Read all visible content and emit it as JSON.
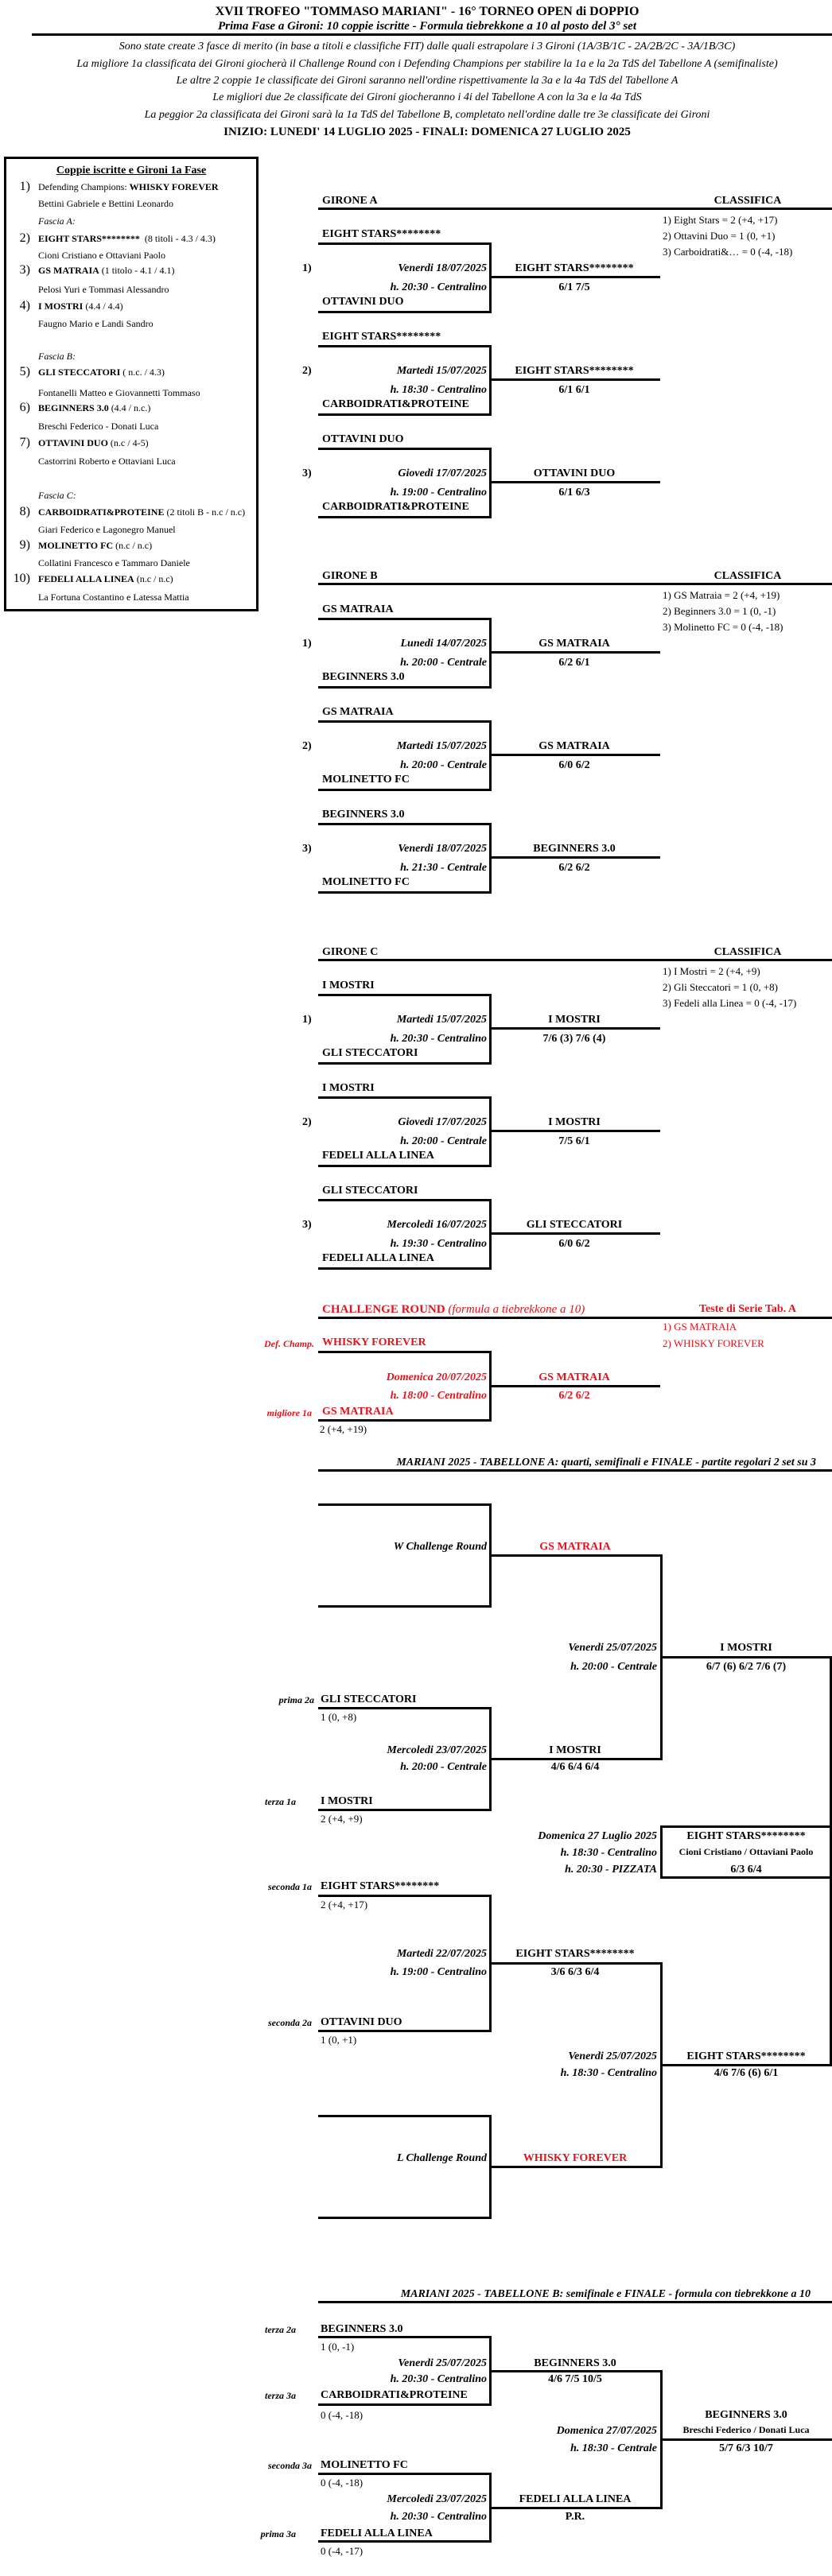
{
  "header": {
    "title": "XVII TROFEO \"TOMMASO MARIANI\" - 16° TORNEO OPEN di DOPPIO",
    "subtitle": "Prima Fase a Gironi: 10 coppie iscritte - Formula tiebrekkone a 10 al posto del 3° set",
    "notes": [
      "Sono state create 3 fasce di merito (in base a titoli e classifiche FIT) dalle quali estrapolare i 3 Gironi (1A/3B/1C - 2A/2B/2C - 3A/1B/3C)",
      "La migliore 1a classificata dei Gironi giocherà il Challenge Round con i Defending Champions per stabilire la 1a e la 2a TdS del Tabellone A (semifinaliste)",
      "Le altre 2 coppie 1e classificate dei Gironi saranno nell'ordine rispettivamente la 3a e la 4a TdS del Tabellone A",
      "Le migliori due 2e classificate dei Gironi giocheranno i 4i del Tabellone A con la 3a e la 4a TdS",
      "La peggior 2a classificata dei Gironi sarà la 1a TdS del Tabellone B, completato nell'ordine dalle tre 3e classificate dei Gironi"
    ],
    "dates": "INIZIO: LUNEDI' 14 LUGLIO 2025 - FINALI: DOMENICA 27 LUGLIO 2025"
  },
  "registrations": {
    "title": "Coppie iscritte e Gironi 1a Fase",
    "fasce": [
      "Fascia A:",
      "Fascia B:",
      "Fascia C:"
    ],
    "entries": [
      {
        "num": "1)",
        "prefix": "Defending Champions: ",
        "name": "WHISKY FOREVER",
        "detail": "",
        "players": "Bettini Gabriele e Bettini Leonardo"
      },
      {
        "num": "2)",
        "prefix": "",
        "name": "EIGHT STARS********",
        "detail": "  (8 titoli - 4.3 / 4.3)",
        "players": "Cioni Cristiano e Ottaviani Paolo"
      },
      {
        "num": "3)",
        "prefix": "",
        "name": "GS MATRAIA",
        "detail": " (1 titolo - 4.1 / 4.1)",
        "players": "Pelosi Yuri e Tommasi Alessandro"
      },
      {
        "num": "4)",
        "prefix": "",
        "name": "I MOSTRI",
        "detail": " (4.4 / 4.4)",
        "players": "Faugno Mario e Landi Sandro"
      },
      {
        "num": "5)",
        "prefix": "",
        "name": "GLI STECCATORI",
        "detail": " ( n.c. / 4.3)",
        "players": "Fontanelli Matteo e Giovannetti Tommaso"
      },
      {
        "num": "6)",
        "prefix": "",
        "name": "BEGINNERS 3.0",
        "detail": " (4.4 / n.c.)",
        "players": "Breschi Federico - Donati Luca"
      },
      {
        "num": "7)",
        "prefix": "",
        "name": "OTTAVINI DUO",
        "detail": " (n.c / 4-5)",
        "players": "Castorrini Roberto e Ottaviani Luca"
      },
      {
        "num": "8)",
        "prefix": "",
        "name": "CARBOIDRATI&PROTEINE",
        "detail": " (2 titoli B - n.c / n.c)",
        "players": "Giari Federico e Lagonegro Manuel"
      },
      {
        "num": "9)",
        "prefix": "",
        "name": "MOLINETTO FC",
        "detail": " (n.c / n.c)",
        "players": "Collatini Francesco e Tammaro Daniele"
      },
      {
        "num": "10)",
        "prefix": "",
        "name": "FEDELI ALLA LINEA",
        "detail": " (n.c / n.c)",
        "players": "La Fortuna Costantino e Latessa Mattia"
      }
    ]
  },
  "gironi": [
    {
      "title": "GIRONE A",
      "classifica_label": "CLASSIFICA",
      "classifica": [
        "1) Eight Stars = 2 (+4, +17)",
        "2) Ottavini Duo = 1 (0, +1)",
        "3) Carboidrati&… = 0 (-4, -18)"
      ],
      "matches": [
        {
          "num": "1)",
          "team1": "EIGHT STARS********",
          "team2": "OTTAVINI DUO",
          "date": "Venerdi 18/07/2025",
          "time": "h. 20:30 - Centralino",
          "winner": "EIGHT STARS********",
          "score": "6/1  7/5"
        },
        {
          "num": "2)",
          "team1": "EIGHT STARS********",
          "team2": "CARBOIDRATI&PROTEINE",
          "date": "Martedi 15/07/2025",
          "time": "h. 18:30 - Centralino",
          "winner": "EIGHT STARS********",
          "score": "6/1  6/1"
        },
        {
          "num": "3)",
          "team1": "OTTAVINI DUO",
          "team2": "CARBOIDRATI&PROTEINE",
          "date": "Giovedi 17/07/2025",
          "time": "h. 19:00 - Centralino",
          "winner": "OTTAVINI DUO",
          "score": "6/1  6/3"
        }
      ]
    },
    {
      "title": "GIRONE B",
      "classifica_label": "CLASSIFICA",
      "classifica": [
        "1) GS Matraia = 2 (+4, +19)",
        "2) Beginners 3.0 = 1 (0, -1)",
        "3) Molinetto FC =  0 (-4, -18)"
      ],
      "matches": [
        {
          "num": "1)",
          "team1": "GS MATRAIA",
          "team2": "BEGINNERS 3.0",
          "date": "Lunedi 14/07/2025",
          "time": "h. 20:00 - Centrale",
          "winner": "GS MATRAIA",
          "score": "6/2  6/1"
        },
        {
          "num": "2)",
          "team1": "GS MATRAIA",
          "team2": "MOLINETTO FC",
          "date": "Martedi 15/07/2025",
          "time": "h. 20:00 - Centrale",
          "winner": "GS MATRAIA",
          "score": "6/0  6/2"
        },
        {
          "num": "3)",
          "team1": "BEGINNERS 3.0",
          "team2": "MOLINETTO FC",
          "date": "Venerdi 18/07/2025",
          "time": "h. 21:30 - Centrale",
          "winner": "BEGINNERS 3.0",
          "score": "6/2  6/2"
        }
      ]
    },
    {
      "title": "GIRONE C",
      "classifica_label": "CLASSIFICA",
      "classifica": [
        "1) I Mostri = 2 (+4, +9)",
        "2) Gli Steccatori = 1 (0, +8)",
        "3) Fedeli alla Linea = 0 (-4, -17)"
      ],
      "matches": [
        {
          "num": "1)",
          "team1": "I MOSTRI",
          "team2": "GLI STECCATORI",
          "date": "Martedi 15/07/2025",
          "time": "h. 20:30 - Centralino",
          "winner": "I MOSTRI",
          "score": "7/6 (3)  7/6 (4)"
        },
        {
          "num": "2)",
          "team1": "I MOSTRI",
          "team2": "FEDELI ALLA LINEA",
          "date": "Giovedi 17/07/2025",
          "time": "h. 20:00 - Centrale",
          "winner": "I MOSTRI",
          "score": "7/5  6/1"
        },
        {
          "num": "3)",
          "team1": "GLI STECCATORI",
          "team2": "FEDELI ALLA LINEA",
          "date": "Mercoledi 16/07/2025",
          "time": "h. 19:30 - Centralino",
          "winner": "GLI STECCATORI",
          "score": "6/0  6/2"
        }
      ]
    }
  ],
  "challenge": {
    "title": "CHALLENGE ROUND",
    "title_note": "(formula a tiebrekkone a 10)",
    "seeds_label": "Teste di Serie Tab. A",
    "seeds": [
      "1) GS MATRAIA",
      "2) WHISKY FOREVER"
    ],
    "team1_label": "Def. Champ.",
    "team1": "WHISKY FOREVER",
    "team2_label": "migliore 1a",
    "team2": "GS MATRAIA",
    "team2_record": "2 (+4, +19)",
    "date": "Domenica 20/07/2025",
    "time": "h. 18:00 - Centralino",
    "winner": "GS MATRAIA",
    "score": "6/2  6/2"
  },
  "tabellone_a": {
    "title": "MARIANI 2025 - TABELLONE A: quarti, semifinali e FINALE - partite regolari 2 set su 3",
    "qf1": {
      "slot_label": "W Challenge Round",
      "winner": "GS MATRAIA"
    },
    "qf2": {
      "team1_label": "prima 2a",
      "team1": "GLI STECCATORI",
      "team1_record": "1 (0, +8)",
      "team2_label": "terza 1a",
      "team2": "I MOSTRI",
      "team2_record": "2 (+4, +9)",
      "date": "Mercoledi 23/07/2025",
      "time": "h. 20:00 - Centrale",
      "winner": "I MOSTRI",
      "score": "4/6  6/4  6/4"
    },
    "qf3": {
      "team1_label": "seconda 1a",
      "team1": "EIGHT STARS********",
      "team1_record": "2 (+4, +17)",
      "team2_label": "seconda 2a",
      "team2": "OTTAVINI DUO",
      "team2_record": "1 (0, +1)",
      "date": "Martedi 22/07/2025",
      "time": "h. 19:00 - Centralino",
      "winner": "EIGHT STARS********",
      "score": "3/6  6/3  6/4"
    },
    "qf4": {
      "slot_label": "L Challenge Round",
      "winner": "WHISKY FOREVER"
    },
    "sf1": {
      "date": "Venerdi 25/07/2025",
      "time": "h. 20:00 - Centrale",
      "winner": "I MOSTRI",
      "score": "6/7 (6)  6/2  7/6 (7)"
    },
    "sf2": {
      "date": "Venerdi 25/07/2025",
      "time": "h. 18:30 - Centralino",
      "winner": "EIGHT STARS********",
      "score": "4/6  7/6 (6)  6/1"
    },
    "final": {
      "date": "Domenica 27 Luglio 2025",
      "time": "h. 18:30 - Centralino",
      "event": "h. 20:30 - PIZZATA",
      "winner": "EIGHT STARS********",
      "players": "Cioni Cristiano / Ottaviani Paolo",
      "score": "6/3  6/4"
    }
  },
  "tabellone_b": {
    "title": "MARIANI 2025 - TABELLONE B: semifinale e FINALE - formula con tiebrekkone a 10",
    "sf1": {
      "team1_label": "terza 2a",
      "team1": "BEGINNERS 3.0",
      "team1_record": "1 (0, -1)",
      "team2_label": "terza 3a",
      "team2": "CARBOIDRATI&PROTEINE",
      "team2_record": "0 (-4, -18)",
      "date": "Venerdi 25/07/2025",
      "time": "h. 20:30 - Centralino",
      "winner": "BEGINNERS 3.0",
      "score": "4/6  7/5  10/5"
    },
    "sf2": {
      "team1_label": "seconda 3a",
      "team1": "MOLINETTO FC",
      "team1_record": "0 (-4, -18)",
      "team2_label": "prima 3a",
      "team2": "FEDELI ALLA LINEA",
      "team2_record": "0 (-4, -17)",
      "date": "Mercoledi 23/07/2025",
      "time": "h. 20:30 - Centralino",
      "winner": "FEDELI ALLA LINEA",
      "score": "P.R."
    },
    "final": {
      "date": "Domenica 27/07/2025",
      "time": "h. 18:30 - Centrale",
      "winner": "BEGINNERS 3.0",
      "players": "Breschi Federico / Donati Luca",
      "score": "5/7  6/3  10/7"
    }
  },
  "colors": {
    "accent_red": "#e4121b",
    "text": "#000000"
  }
}
